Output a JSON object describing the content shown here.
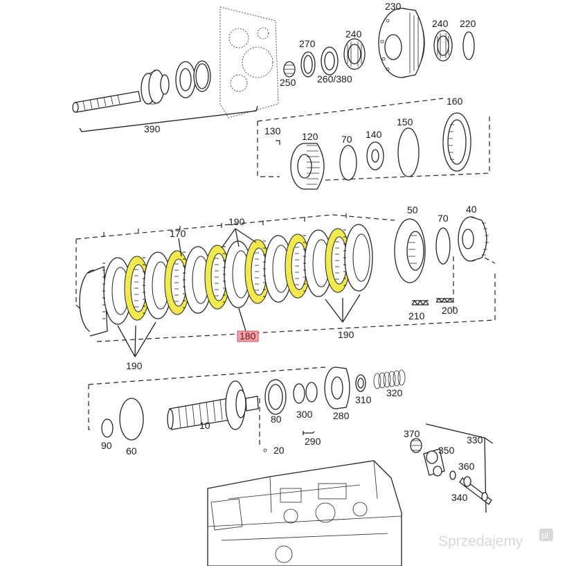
{
  "labels": {
    "l230": "230",
    "l240a": "240",
    "l240b": "240",
    "l220": "220",
    "l270": "270",
    "l250": "250",
    "l260_380": "260/380",
    "l390": "390",
    "l160": "160",
    "l130": "130",
    "l120": "120",
    "l70a": "70",
    "l140": "140",
    "l150": "150",
    "l170": "170",
    "l190a": "190",
    "l190b": "190",
    "l190c": "190",
    "l180": "180",
    "l50": "50",
    "l70b": "70",
    "l40": "40",
    "l210": "210",
    "l200": "200",
    "l90": "90",
    "l60": "60",
    "l10": "10",
    "l80": "80",
    "l300": "300",
    "l280": "280",
    "l310": "310",
    "l320": "320",
    "l290": "290",
    "l20": "20",
    "l370": "370",
    "l330": "330",
    "l350": "350",
    "l360": "360",
    "l340": "340"
  },
  "watermark": {
    "text": "Sprzedajemy",
    "badge": "pl"
  },
  "colors": {
    "highlight_plate": "#f2e94e",
    "highlight_label_bg": "#f4a0a8",
    "line": "#222222"
  }
}
